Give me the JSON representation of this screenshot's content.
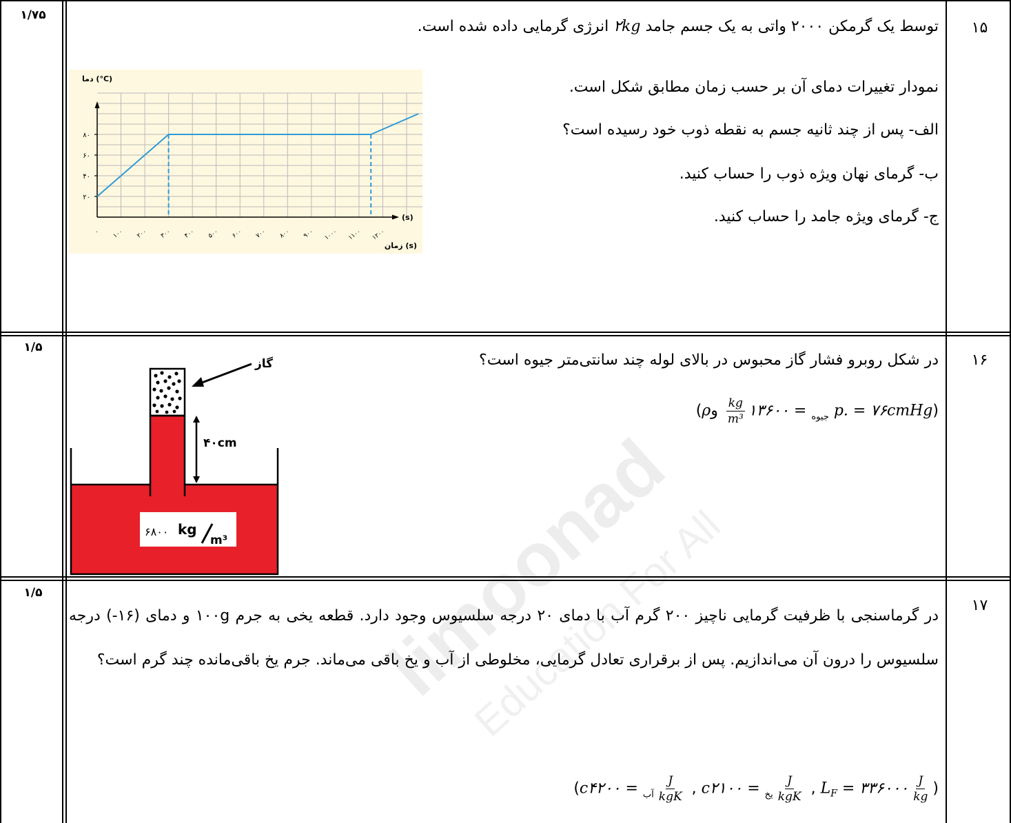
{
  "watermark": {
    "brand": "limoonad",
    "tagline": "Education For All"
  },
  "q15": {
    "number": "۱۵",
    "score": "۱/۷۵",
    "line1_a": "توسط یک گرمکن ۲۰۰۰ واتی به یک جسم جامد ",
    "line1_mass": "۲kg",
    "line1_b": " انرژی گرمایی داده شده است.",
    "line2": "نمودار تغییرات دمای آن بر حسب زمان مطابق شکل است.",
    "part_a": "الف- پس از چند ثانیه جسم به نقطه ذوب خود رسیده است؟",
    "part_b": "ب- گرمای نهان ویژه ذوب را حساب کنید.",
    "part_c": "ج- گرمای ویژه جامد را حساب کنید."
  },
  "chart_data": {
    "type": "line",
    "ylabel": "دما (°C)",
    "xlabel": "زمان (s)",
    "x_axis_arrow_label": "(s)",
    "x_ticks": [
      0,
      100,
      200,
      300,
      400,
      500,
      600,
      700,
      800,
      900,
      1000,
      1100,
      1200
    ],
    "x_tick_labels": [
      "۰",
      "۱۰۰",
      "۲۰۰",
      "۳۰۰",
      "۴۰۰",
      "۵۰۰",
      "۶۰۰",
      "۷۰۰",
      "۸۰۰",
      "۹۰۰",
      "۱۰۰۰",
      "۱۱۰۰",
      "۱۲۰۰"
    ],
    "y_ticks": [
      20,
      40,
      60,
      80
    ],
    "y_tick_labels": [
      "۲۰",
      "۴۰",
      "۶۰",
      "۸۰"
    ],
    "xlim": [
      0,
      1400
    ],
    "ylim": [
      0,
      120
    ],
    "grid": true,
    "series": [
      {
        "x": [
          0,
          300,
          1150,
          1350
        ],
        "y": [
          20,
          80,
          80,
          100
        ],
        "color": "#2e9ad6"
      }
    ],
    "dashed_markers_x": [
      300,
      1150
    ],
    "background": "#fff8e0"
  },
  "q16": {
    "number": "۱۶",
    "score": "۱/۵",
    "line1": "در شکل روبرو فشار گاز محبوس در بالای لوله چند سانتی‌متر جیوه است؟",
    "rho_symbol": "ρ",
    "rho_sub": "جیوه",
    "rho_eq": " = ۱۳۶۰۰",
    "rho_unit_num": "kg",
    "rho_unit_den": "m³",
    "and_word": " و ",
    "p0": "p. = ۷۶cmHg",
    "figure": {
      "gas_label": "گاز",
      "height_label": "۴۰cm",
      "density_value": "۶۸۰۰",
      "density_num": "kg",
      "density_den": "m³",
      "liquid_color": "#e8202a"
    }
  },
  "q17": {
    "number": "۱۷",
    "score": "۱/۵",
    "text": "در گرماسنجی با ظرفیت گرمایی ناچیز ۲۰۰ گرم آب با دمای ۲۰ درجه سلسیوس وجود دارد. قطعه یخی به جرم ۱۰۰g و دمای (۱۶-) درجه سلسیوس را درون آن می‌اندازیم. پس از برقراری تعادل گرمایی، مخلوطی از آب و یخ باقی می‌ماند. جرم یخ باقی‌مانده چند گرم است؟",
    "c_symbol": "c",
    "water_sub": "آب",
    "c_water_val": " = ۴۲۰۰",
    "ice_sub": "یخ",
    "c_ice_val": " = ۲۱۰۰",
    "lf_symbol": "L",
    "lf_sub": "F",
    "lf_val": " = ۳۳۶۰۰۰",
    "unit_J": "J",
    "unit_kgK": "kgK",
    "unit_kg": "kg"
  }
}
